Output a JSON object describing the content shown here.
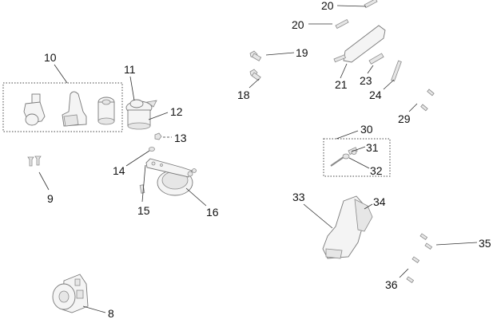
{
  "diagram": {
    "type": "exploded-parts-diagram",
    "callouts": {
      "c8": "8",
      "c9": "9",
      "c10": "10",
      "c11": "11",
      "c12": "12",
      "c13": "13",
      "c14": "14",
      "c15": "15",
      "c16": "16",
      "c18": "18",
      "c19": "19",
      "c20_upper": "20",
      "c20_lower": "20",
      "c21": "21",
      "c23": "23",
      "c24": "24",
      "c29": "29",
      "c30": "30",
      "c31": "31",
      "c32": "32",
      "c33": "33",
      "c34": "34",
      "c35": "35",
      "c36": "36"
    }
  }
}
